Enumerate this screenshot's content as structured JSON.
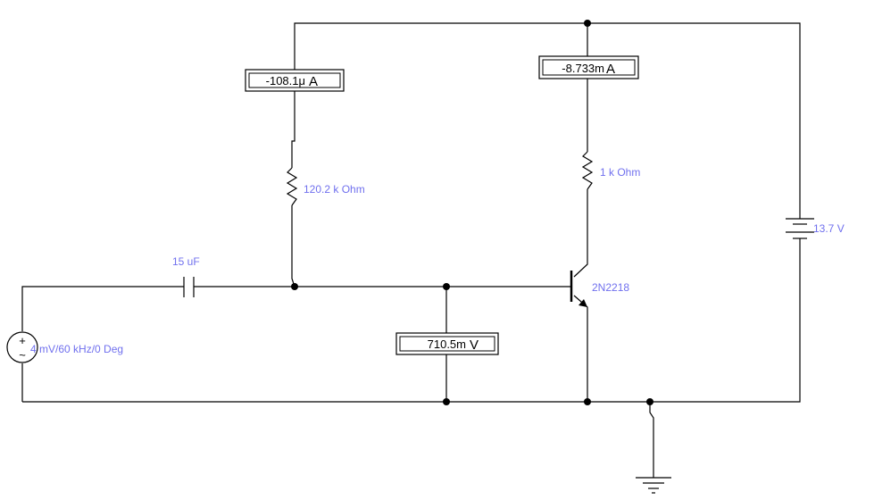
{
  "meters": {
    "base_current": {
      "value": "-108.1μ",
      "unit": "A"
    },
    "collector_current": {
      "value": "-8.733m",
      "unit": "A"
    },
    "base_voltage": {
      "value": "710.5m",
      "unit": "V"
    }
  },
  "components": {
    "base_resistor": "120.2 k Ohm",
    "collector_resistor": "1 k Ohm",
    "capacitor": "15 uF",
    "transistor": "2N2218",
    "battery": "13.7 V",
    "ac_source": "4 mV/60 kHz/0 Deg"
  },
  "symbols": {
    "plus": "+",
    "tilde": "~"
  },
  "colors": {
    "wire": "#000000",
    "label": "#7070ee",
    "meter_bg": "#ffffff"
  }
}
